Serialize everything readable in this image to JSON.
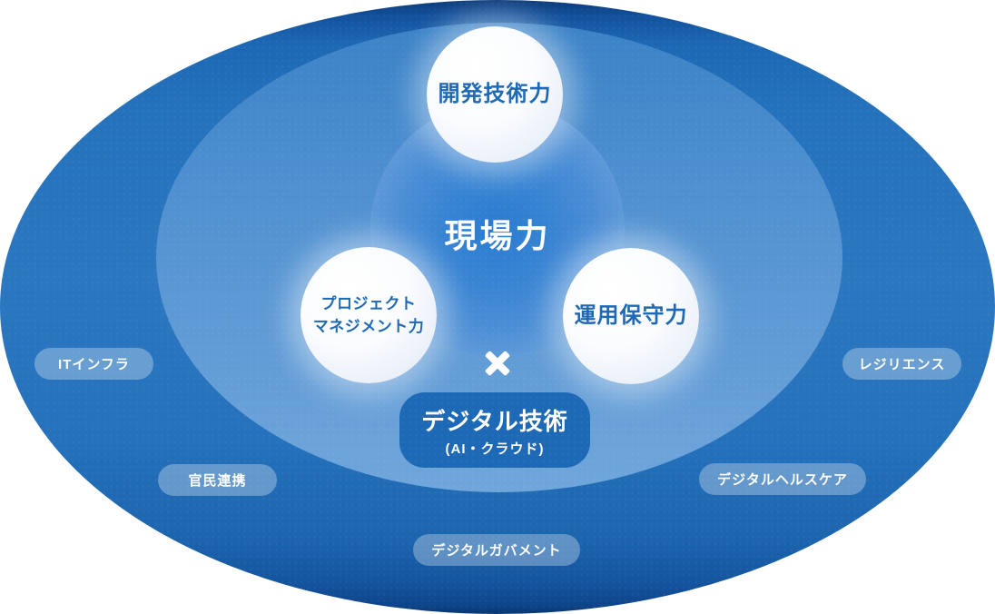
{
  "diagram": {
    "center_label": "現場力",
    "multiply_symbol": "×",
    "capability_circles": [
      {
        "label": "開発技術力"
      },
      {
        "label_line1": "プロジェクト",
        "label_line2": "マネジメント力"
      },
      {
        "label": "運用保守力"
      }
    ],
    "digital_tech_badge": {
      "title": "デジタル技術",
      "subtitle": "(AI・クラウド)"
    },
    "field_labels": [
      {
        "label": "ITインフラ"
      },
      {
        "label": "レジリエンス"
      },
      {
        "label": "官民連携"
      },
      {
        "label": "デジタルヘルスケア"
      },
      {
        "label": "デジタルガバメント"
      }
    ],
    "colors": {
      "outer_ellipse": "#2572bc",
      "outer_rim": "#0a3870",
      "inner_ellipse": "#5f9ad5",
      "core_glow": "#2b7bd0",
      "circle_fill": "#ffffff",
      "circle_text": "#1e68b4",
      "badge_bg": "#1d69b6",
      "pill_bg": "rgba(255,255,255,0.30)",
      "label_text": "#ffffff"
    }
  }
}
